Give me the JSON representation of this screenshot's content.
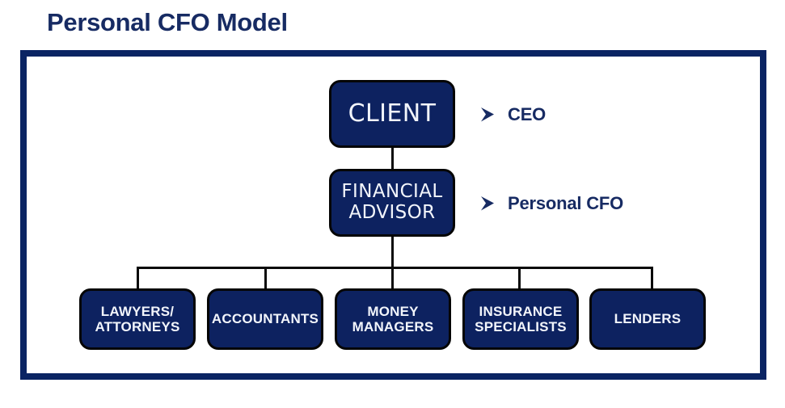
{
  "title": "Personal CFO Model",
  "theme": {
    "navy": "#0a2463",
    "box_fill": "#0d2260",
    "box_border": "#050505",
    "text_on_box": "#f2f5fb",
    "accent_text": "#172b63",
    "connector": "#0a0a0a",
    "background": "#ffffff"
  },
  "chart_data": {
    "type": "diagram",
    "subtype": "organizational-hierarchy",
    "title": "Personal CFO Model",
    "nodes": [
      {
        "id": "client",
        "label": "CLIENT",
        "level": 0,
        "annotation": "CEO"
      },
      {
        "id": "advisor",
        "label": "FINANCIAL\nADVISOR",
        "level": 1,
        "annotation": "Personal CFO"
      },
      {
        "id": "lawyers",
        "label": "LAWYERS/\nATTORNEYS",
        "level": 2,
        "annotation": ""
      },
      {
        "id": "accountants",
        "label": "ACCOUNTANTS",
        "level": 2,
        "annotation": ""
      },
      {
        "id": "money",
        "label": "MONEY\nMANAGERS",
        "level": 2,
        "annotation": ""
      },
      {
        "id": "insurance",
        "label": "INSURANCE\nSPECIALISTS",
        "level": 2,
        "annotation": ""
      },
      {
        "id": "lenders",
        "label": "LENDERS",
        "level": 2,
        "annotation": ""
      }
    ],
    "edges": [
      {
        "from": "client",
        "to": "advisor"
      },
      {
        "from": "advisor",
        "to": "lawyers"
      },
      {
        "from": "advisor",
        "to": "accountants"
      },
      {
        "from": "advisor",
        "to": "money"
      },
      {
        "from": "advisor",
        "to": "insurance"
      },
      {
        "from": "advisor",
        "to": "lenders"
      }
    ]
  },
  "nodes": {
    "client": {
      "label": "CLIENT"
    },
    "advisor": {
      "label": "FINANCIAL\nADVISOR"
    },
    "lawyers": {
      "label": "LAWYERS/\nATTORNEYS"
    },
    "accountants": {
      "label": "ACCOUNTANTS"
    },
    "money": {
      "label": "MONEY\nMANAGERS"
    },
    "insurance": {
      "label": "INSURANCE\nSPECIALISTS"
    },
    "lenders": {
      "label": "LENDERS"
    }
  },
  "callouts": {
    "ceo": {
      "label": "CEO",
      "icon": "chevron-right-icon"
    },
    "cfo": {
      "label": "Personal CFO",
      "icon": "chevron-right-icon"
    }
  }
}
